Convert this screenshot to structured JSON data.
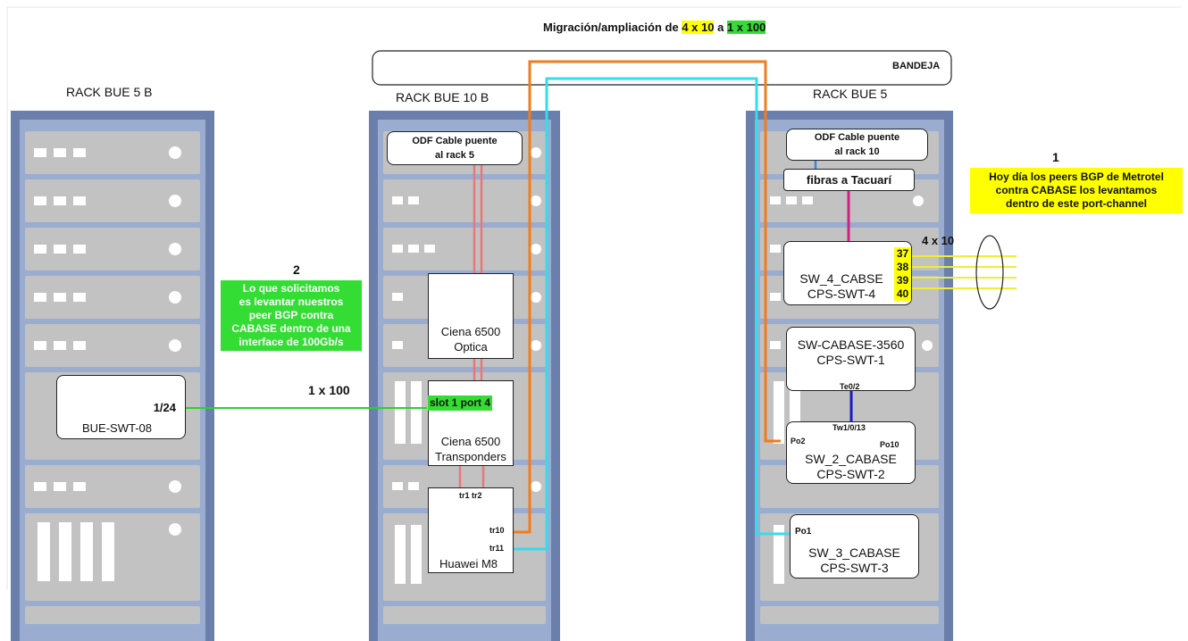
{
  "title": {
    "prefix": "Migración/ampliación de ",
    "from": "4 x 10",
    "mid": " a ",
    "to": "1 x 100"
  },
  "tray": {
    "label": "BANDEJA"
  },
  "racks": {
    "rack_5b": {
      "title": "RACK BUE 5 B"
    },
    "rack_10b": {
      "title": "RACK BUE 10 B"
    },
    "rack_5": {
      "title": "RACK BUE 5"
    }
  },
  "devices": {
    "bue_swt_08": {
      "name": "BUE-SWT-08",
      "port": "1/24"
    },
    "odf_10b": {
      "line1": "ODF Cable puente",
      "line2": "al rack 5"
    },
    "ciena_optica": {
      "line1": "Ciena 6500",
      "line2": "Optica"
    },
    "ciena_transponders": {
      "port_label": "slot 1 port 4",
      "line1": "Ciena 6500",
      "line2": "Transponders"
    },
    "huawei_m8": {
      "name": "Huawei M8",
      "tr_top": "tr1 tr2",
      "tr10": "tr10",
      "tr11": "tr11"
    },
    "odf_5": {
      "line1": "ODF Cable puente",
      "line2": "al rack 10"
    },
    "fibras": {
      "label": "fibras a Tacuarí"
    },
    "sw4": {
      "line1": "SW_4_CABSE",
      "line2": "CPS-SWT-4",
      "ports": [
        "37",
        "38",
        "39",
        "40"
      ]
    },
    "sw3560": {
      "line1": "SW-CABASE-3560",
      "line2": "CPS-SWT-1",
      "port": "Te0/2"
    },
    "sw2": {
      "line1": "SW_2_CABASE",
      "line2": "CPS-SWT-2",
      "port_top": "Tw1/0/13",
      "po2": "Po2",
      "po10": "Po10"
    },
    "sw3": {
      "line1": "SW_3_CABASE",
      "line2": "CPS-SWT-3",
      "po1": "Po1"
    }
  },
  "links": {
    "one_by_100": "1 x 100",
    "four_by_10": "4 x 10"
  },
  "notes": {
    "note1": {
      "number": "1",
      "lines": [
        "Hoy día los peers BGP de Metrotel",
        "contra CABASE los levantamos",
        "dentro de este port-channel"
      ]
    },
    "note2": {
      "number": "2",
      "lines": [
        "Lo que solicitamos",
        "es levantar nuestros",
        "peer BGP contra",
        "CABASE dentro de una",
        "interface de 100Gb/s"
      ]
    }
  },
  "colors": {
    "rack_frame": "#6a7fac",
    "slot": "#c2c2c2",
    "highlight_yellow": "#ffff00",
    "highlight_green": "#33dd33",
    "link_100g": "#33cc33",
    "fiber_orange": "#f07c1c",
    "fiber_cyan": "#33ddee",
    "patch_red": "#e87878",
    "patch_magenta": "#d02080",
    "patch_blue": "#3388dd",
    "link_navy": "#1a1acc",
    "yellow_lines": "#eeee33"
  }
}
